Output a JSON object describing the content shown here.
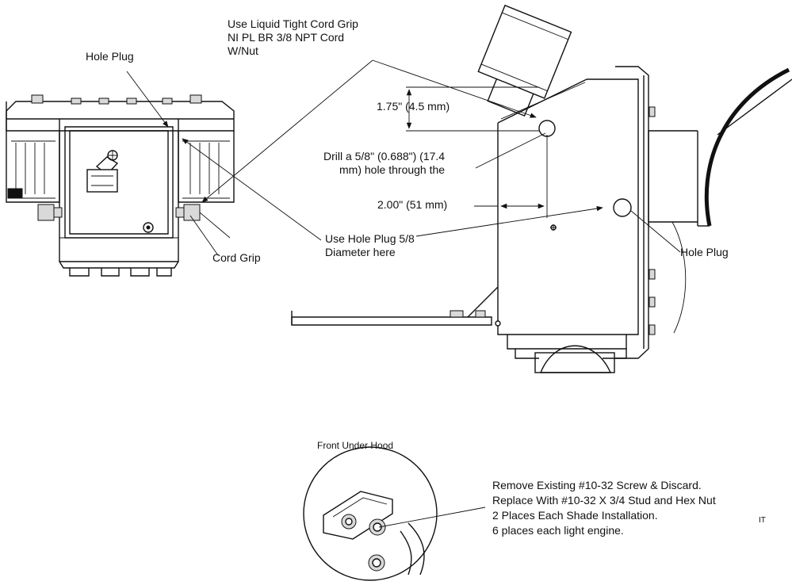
{
  "labels": {
    "cord_grip_note": [
      "Use Liquid Tight Cord Grip",
      "NI PL BR 3/8 NPT Cord",
      "W/Nut"
    ],
    "hole_plug_top": "Hole Plug",
    "dimension_top": "1.75\" (4.5 mm)",
    "drill_note": [
      "Drill a 5/8\" (0.688\") (17.4",
      "mm) hole through the"
    ],
    "dimension_side": "2.00\" (51 mm)",
    "hole_plug_note": [
      "Use Hole Plug 5/8",
      "Diameter here"
    ],
    "cord_grip": "Cord Grip",
    "hole_plug_right": "Hole Plug",
    "detail_title": "Front Under Hood",
    "stud_note": [
      "Remove Existing #10-32 Screw & Discard.",
      "Replace With #10-32 X 3/4 Stud and Hex Nut",
      "2 Places Each Shade Installation.",
      "6 places each light engine."
    ],
    "stray_text": "IT"
  }
}
